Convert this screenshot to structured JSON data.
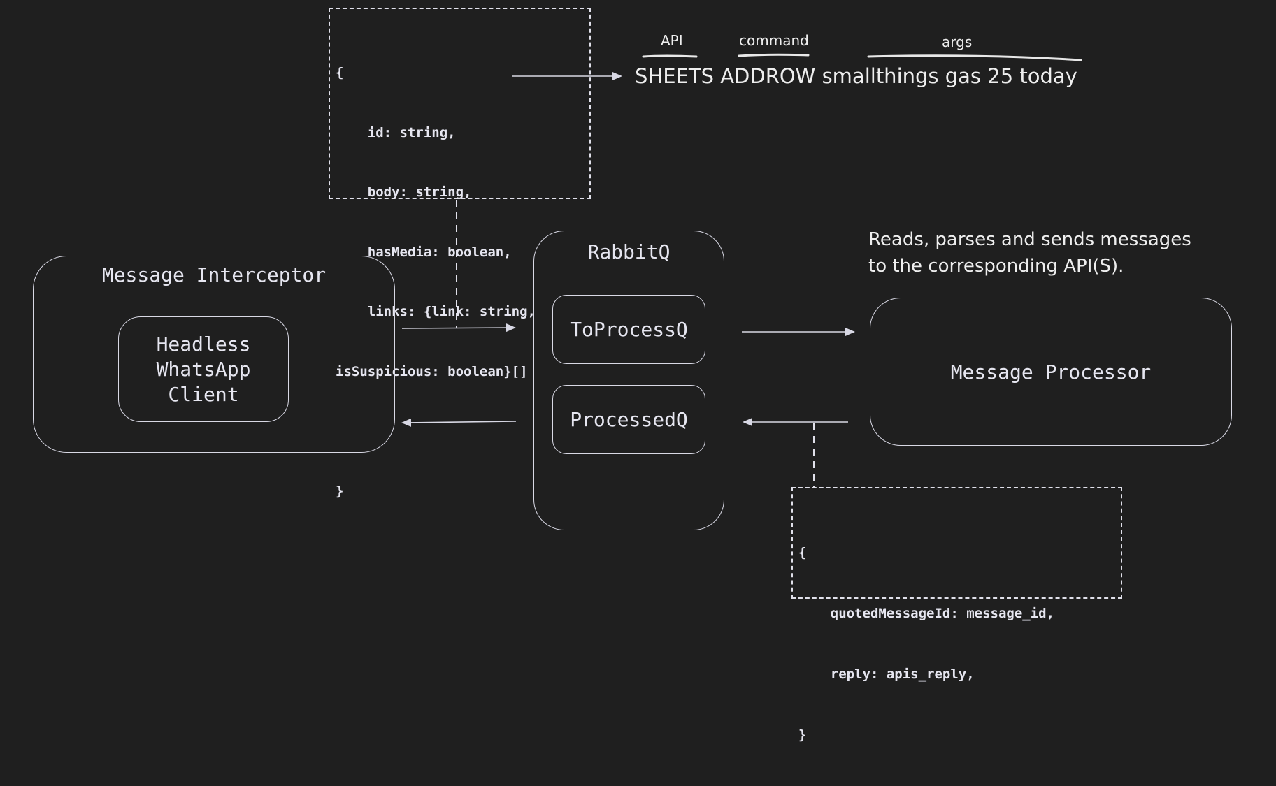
{
  "incoming_schema": {
    "lines": [
      "{",
      "    id: string,",
      "    body: string,",
      "    hasMedia: boolean,",
      "    links: {link: string,",
      "isSuspicious: boolean}[]",
      "",
      "}"
    ]
  },
  "command_example": {
    "text": "SHEETS ADDROW smallthings gas 25 today",
    "labels": {
      "api": "API",
      "command": "command",
      "args": "args"
    }
  },
  "processor_note": {
    "line1": "Reads, parses and sends messages",
    "line2": "to the corresponding API(S)."
  },
  "nodes": {
    "interceptor": {
      "title": "Message Interceptor"
    },
    "whatsapp_client": {
      "label": "Headless\nWhatsApp\nClient"
    },
    "rabbitq": {
      "title": "RabbitQ"
    },
    "to_process_q": {
      "label": "ToProcessQ"
    },
    "processed_q": {
      "label": "ProcessedQ"
    },
    "processor": {
      "label": "Message Processor"
    }
  },
  "reply_schema": {
    "lines": [
      "{",
      "    quotedMessageId: message_id,",
      "    reply: apis_reply,",
      "}"
    ]
  },
  "colors": {
    "background": "#1f1f1f",
    "stroke": "#d8d8e4",
    "text": "#e6e6f0"
  }
}
